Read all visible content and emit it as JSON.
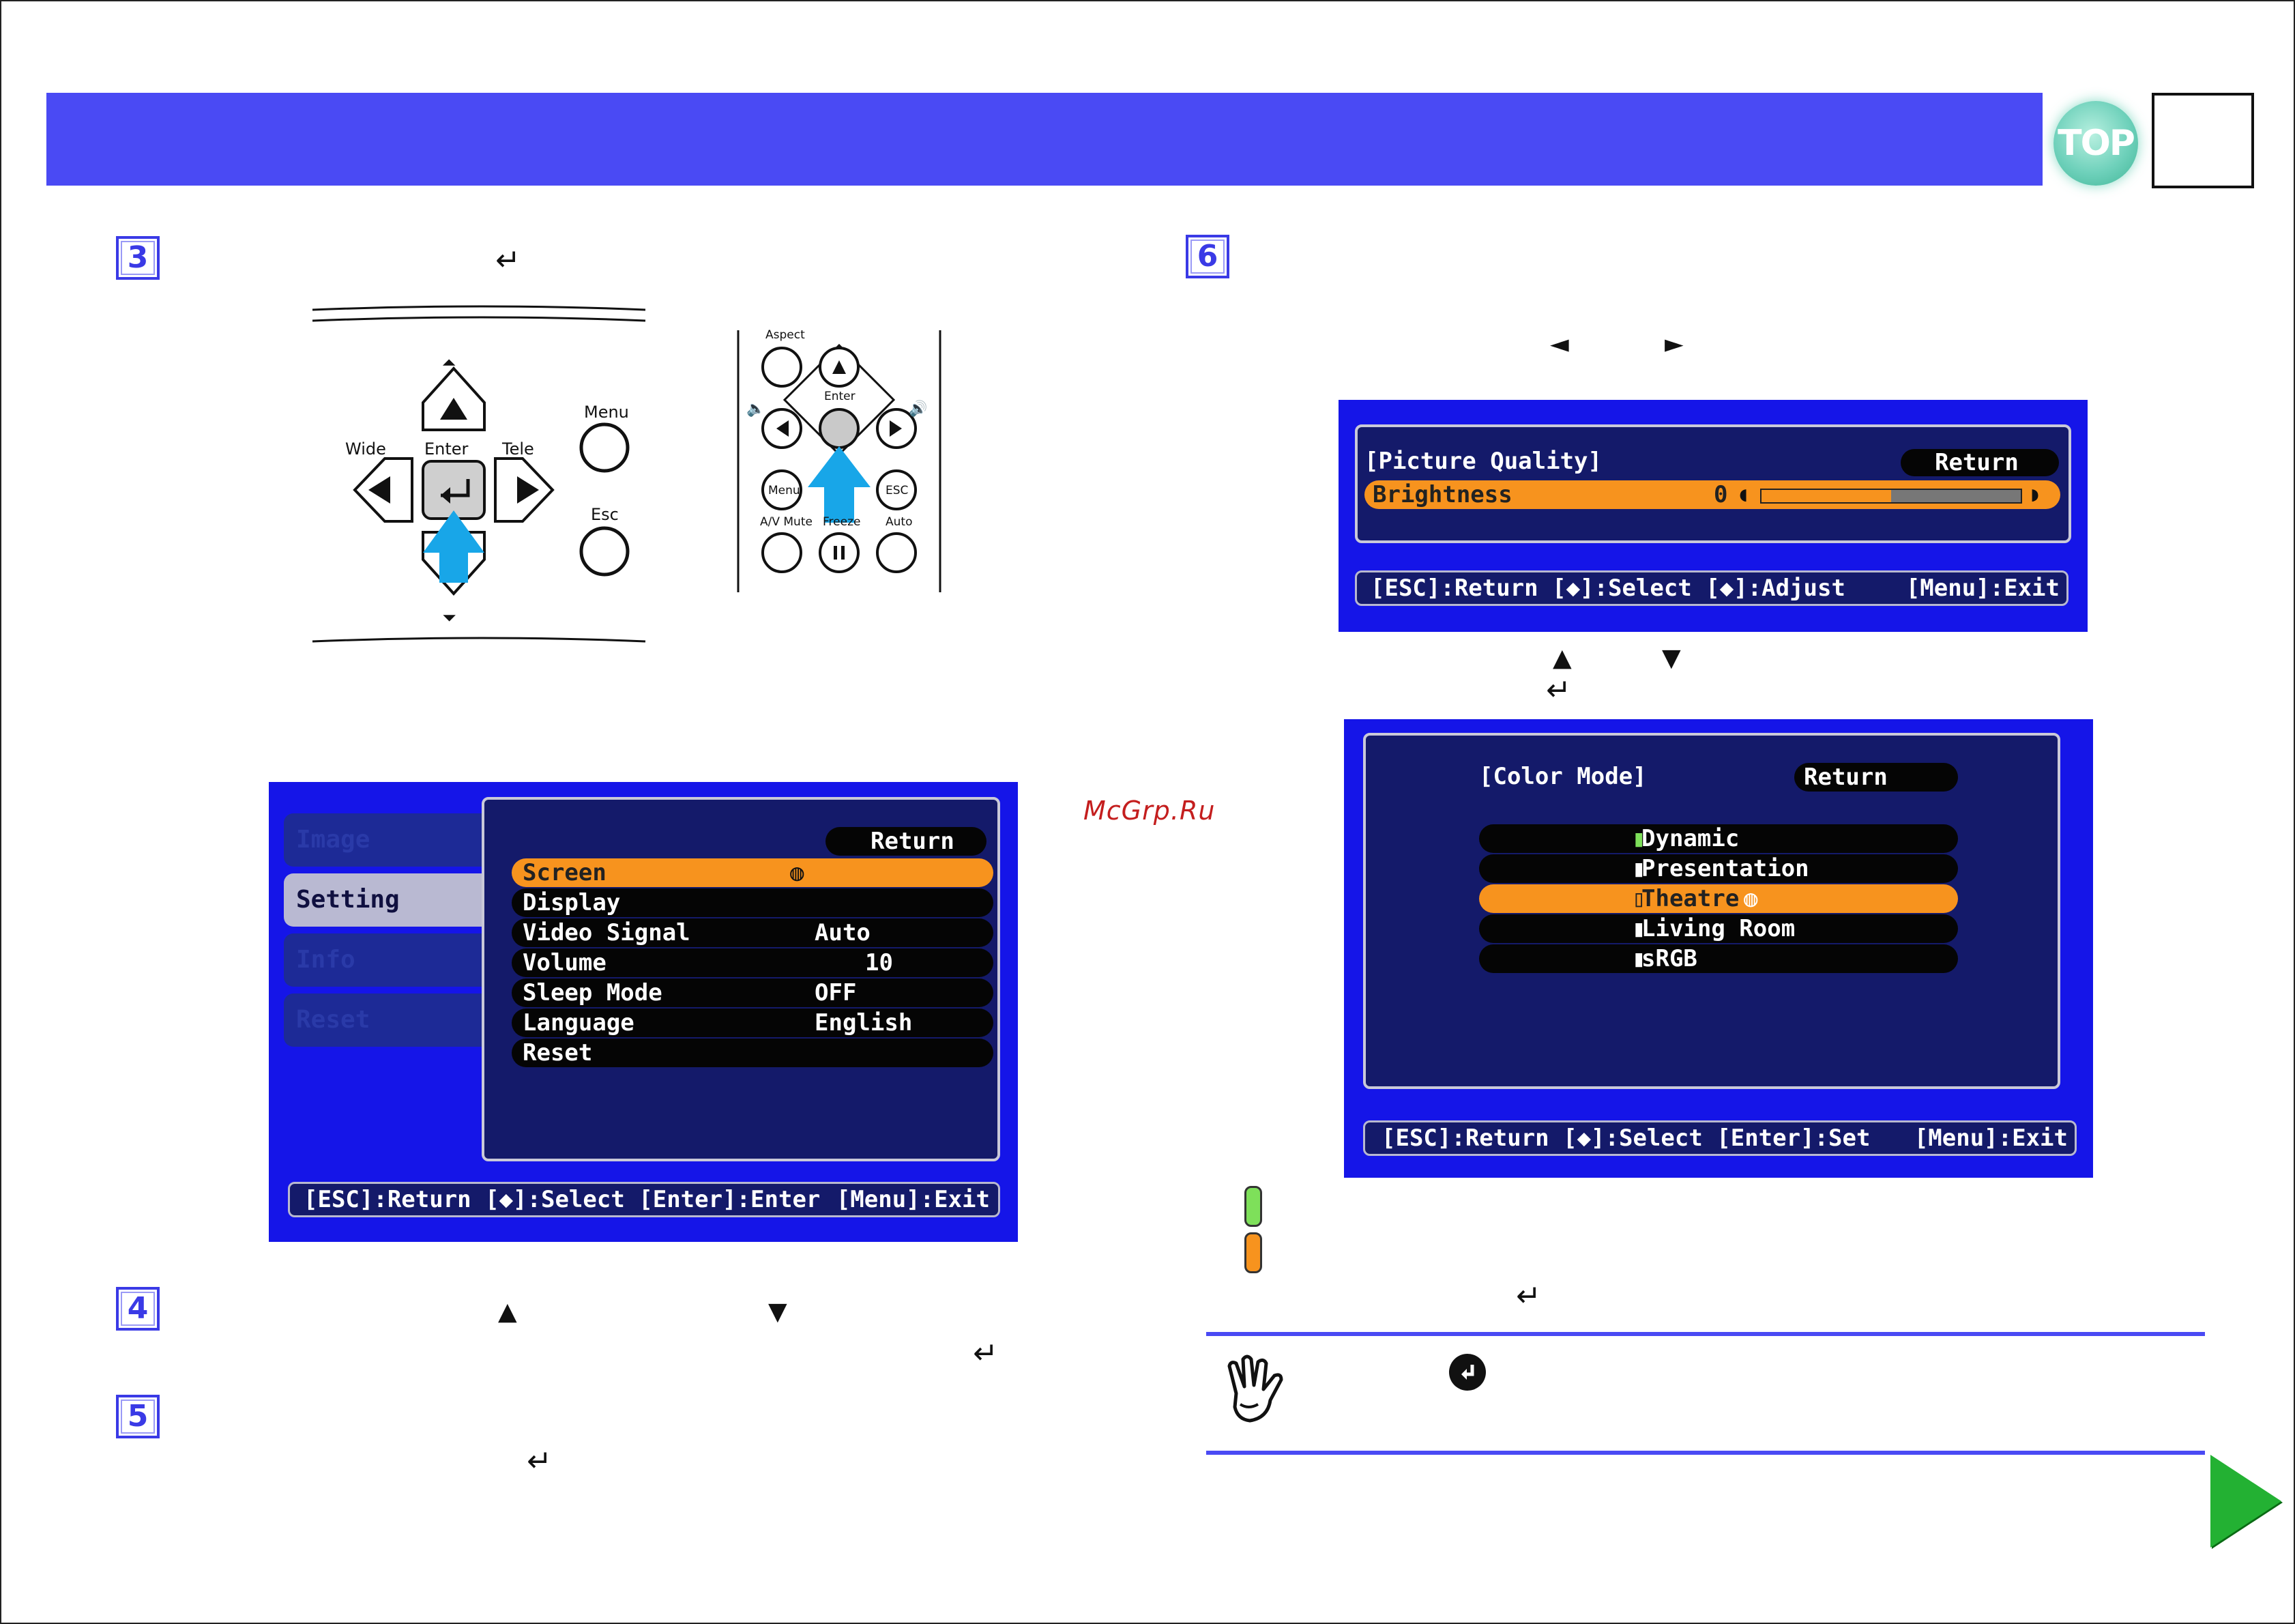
{
  "top_button_label": "TOP",
  "watermark": "McGrp.Ru",
  "steps": {
    "s3": "3",
    "s4": "4",
    "s5": "5",
    "s6": "6"
  },
  "glyphs": {
    "enter": "↵",
    "up": "▲",
    "down": "▼",
    "left": "◄",
    "right": "►"
  },
  "projector_panel": {
    "wide": "Wide",
    "enter": "Enter",
    "tele": "Tele",
    "menu": "Menu",
    "esc": "Esc"
  },
  "remote": {
    "aspect": "Aspect",
    "enter": "Enter",
    "menu": "Menu",
    "esc": "ESC",
    "av_mute": "A/V Mute",
    "freeze": "Freeze",
    "auto": "Auto"
  },
  "menu_screen": {
    "tabs": [
      "Image",
      "Setting",
      "Info",
      "Reset"
    ],
    "selected_tab": 1,
    "return": "Return",
    "items": [
      {
        "label": "Screen",
        "value": ""
      },
      {
        "label": "Display",
        "value": ""
      },
      {
        "label": "Video Signal",
        "value": "Auto"
      },
      {
        "label": "Volume",
        "value": "10"
      },
      {
        "label": "Sleep Mode",
        "value": "OFF"
      },
      {
        "label": "Language",
        "value": "English"
      },
      {
        "label": "Reset",
        "value": ""
      }
    ],
    "footer_left": "[ESC]:Return [◆]:Select [Enter]:Enter",
    "footer_right": "[Menu]:Exit"
  },
  "brightness_screen": {
    "title": "[Picture Quality]",
    "return": "Return",
    "item": "Brightness",
    "value": "0",
    "level": 0.5,
    "footer_left": "[ESC]:Return [◆]:Select [◆]:Adjust",
    "footer_right": "[Menu]:Exit"
  },
  "color_mode_screen": {
    "title": "[Color Mode]",
    "return": "Return",
    "options": [
      "Dynamic",
      "Presentation",
      "Theatre",
      "Living Room",
      "sRGB"
    ],
    "selected": 2,
    "footer_left": "[ESC]:Return [◆]:Select [Enter]:Set",
    "footer_right": "[Menu]:Exit"
  },
  "colors": {
    "banner": "#4a4af4",
    "osd_blue": "#1515e8",
    "highlight": "#f7931e",
    "green_indicator": "#7ee05a",
    "orange_indicator": "#f7931e",
    "next_arrow": "#23b133"
  },
  "icons": [
    "top-icon",
    "hand-note-icon",
    "enter-circle-icon",
    "next-page-arrow-icon"
  ]
}
